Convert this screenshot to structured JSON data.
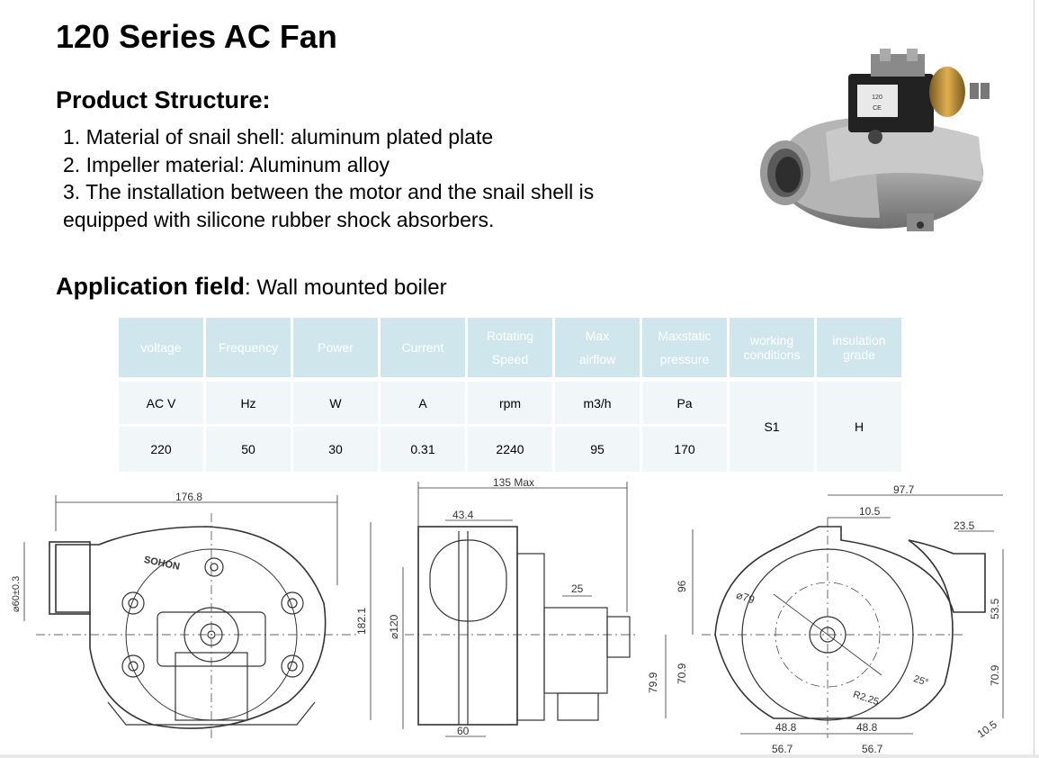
{
  "title": "120 Series AC Fan",
  "structure": {
    "heading": "Product Structure:",
    "items": [
      "1. Material of snail shell: aluminum plated plate",
      "2. Impeller material: Aluminum alloy",
      "3. The installation between the motor and the snail shell is",
      "equipped with silicone rubber shock absorbers."
    ]
  },
  "application": {
    "heading": "Application field",
    "sep": ":",
    "value": " Wall mounted boiler"
  },
  "table": {
    "headers": [
      [
        "voltage"
      ],
      [
        "Frequency"
      ],
      [
        "Power"
      ],
      [
        "Current"
      ],
      [
        "Rotating",
        "Speed"
      ],
      [
        "Max",
        "airflow"
      ],
      [
        "Maxstatic",
        "pressure"
      ],
      [
        "working",
        "conditions"
      ],
      [
        "insulation",
        "grade"
      ]
    ],
    "units": [
      "AC V",
      "Hz",
      "W",
      "A",
      "rpm",
      "m3/h",
      "Pa"
    ],
    "values": [
      "220",
      "50",
      "30",
      "0.31",
      "2240",
      "95",
      "170"
    ],
    "working_conditions": "S1",
    "insulation_grade": "H"
  },
  "photo": {
    "label_lines": [
      "120",
      "CE"
    ]
  },
  "drawing": {
    "front": {
      "brand": "SOHON",
      "dims": [
        "176.8",
        "⌀60±0.3",
        "182.1"
      ]
    },
    "side": {
      "dims": [
        "135 Max",
        "43.4",
        "⌀120",
        "25",
        "60",
        "79.9"
      ]
    },
    "back": {
      "dims": [
        "97.7",
        "10.5",
        "23.5",
        "96",
        "53.5",
        "⌀79",
        "70.9",
        "R2.25",
        "25°",
        "70.9",
        "48.8",
        "48.8",
        "56.7",
        "56.7",
        "10.5"
      ]
    }
  },
  "colors": {
    "header_bg": "#cfe7ec",
    "row_bg": "#f1f6f9",
    "header_text": "#ffffff"
  }
}
